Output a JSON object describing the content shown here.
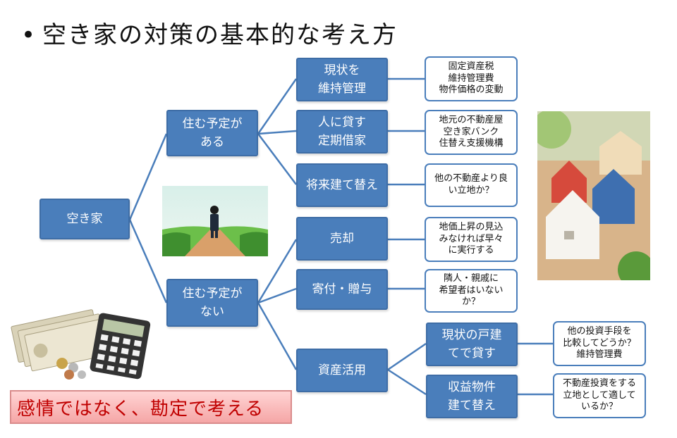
{
  "title": {
    "bullet": "•",
    "text": "空き家の対策の基本的な考え方"
  },
  "nodes": {
    "root": "空き家",
    "live_yes": "住む予定が\nある",
    "live_no": "住む予定が\nない",
    "maintain": "現状を\n維持管理",
    "lend": "人に貸す\n定期借家",
    "rebuild_future": "将来建て替え",
    "sell": "売却",
    "donate": "寄付・贈与",
    "asset_use": "資産活用",
    "lend_house": "現状の戸建\nてで貸す",
    "income_rebuild": "収益物件\n建て替え"
  },
  "notes": {
    "maintain": "固定資産税\n維持管理費\n物件価格の変動",
    "lend": "地元の不動産屋\n空き家バンク\n住替え支援機構",
    "rebuild_future": "他の不動産より良\nい立地か？",
    "sell": "地価上昇の見込\nみなければ早々\nに実行する",
    "donate": "隣人・親戚に\n希望者はいない\nか？",
    "lend_house": "他の投資手段を\n比較してどうか？\n維持管理費",
    "income_rebuild": "不動産投資をする\n立地として適して\nいるか？"
  },
  "callout": "感情ではなく、勘定で考える",
  "colors": {
    "node_fill": "#4a7ebb",
    "node_border": "#3e6da6",
    "line": "#4a7ebb",
    "callout_text": "#c00000",
    "callout_fill": "#f8b4b4"
  },
  "pictures": {
    "path": "person-on-road-image",
    "houses": "toy-houses-image",
    "money": "money-calculator-image"
  }
}
